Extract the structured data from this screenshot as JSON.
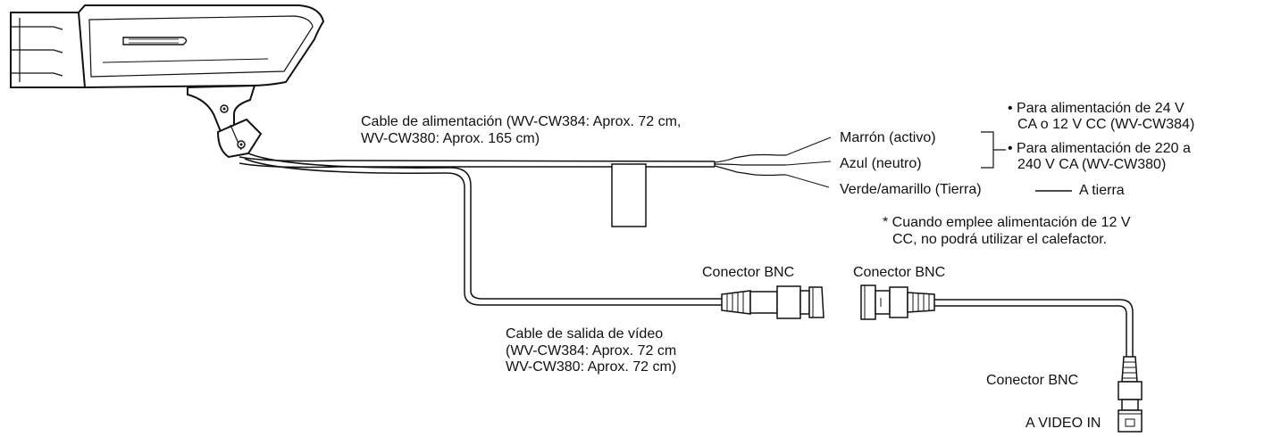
{
  "power_cable": {
    "label_line1": "Cable de alimentación (WV-CW384: Aprox. 72 cm,",
    "label_line2": "WV-CW380: Aprox. 165 cm)"
  },
  "wires": {
    "brown": "Marrón (activo)",
    "blue": "Azul (neutro)",
    "green_yellow": "Verde/amarillo (Tierra)",
    "ground_note": "A tierra"
  },
  "power_notes": {
    "item1_line1": "• Para alimentación de 24 V",
    "item1_line2": "CA o 12 V CC (WV-CW384)",
    "item2_line1": "• Para alimentación de 220 a",
    "item2_line2": "240 V CA (WV-CW380)"
  },
  "heater_note": {
    "line1": "* Cuando emplee alimentación de 12 V",
    "line2": "CC, no podrá utilizar el calefactor."
  },
  "video_cable": {
    "line1": "Cable de salida de vídeo",
    "line2": "(WV-CW384: Aprox. 72 cm",
    "line3": "WV-CW380: Aprox. 72 cm)"
  },
  "connectors": {
    "bnc_camera": "Conector BNC",
    "bnc_cable_left": "Conector BNC",
    "bnc_cable_right": "Conector BNC",
    "video_in": "A VIDEO IN"
  }
}
